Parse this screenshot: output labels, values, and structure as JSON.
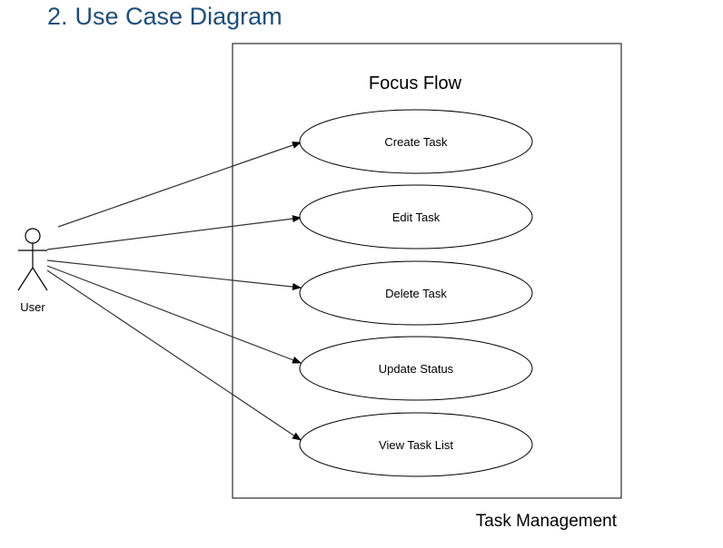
{
  "heading": {
    "number": "2.",
    "title": "Use Case Diagram"
  },
  "colors": {
    "heading": "#1f4e79",
    "lines": "#333333"
  },
  "system": {
    "name": "Focus Flow"
  },
  "actor": {
    "name": "User"
  },
  "use_cases": [
    {
      "label": "Create Task"
    },
    {
      "label": "Edit Task"
    },
    {
      "label": "Delete Task"
    },
    {
      "label": "Update Status"
    },
    {
      "label": "View Task List"
    }
  ],
  "caption": "Task Management"
}
